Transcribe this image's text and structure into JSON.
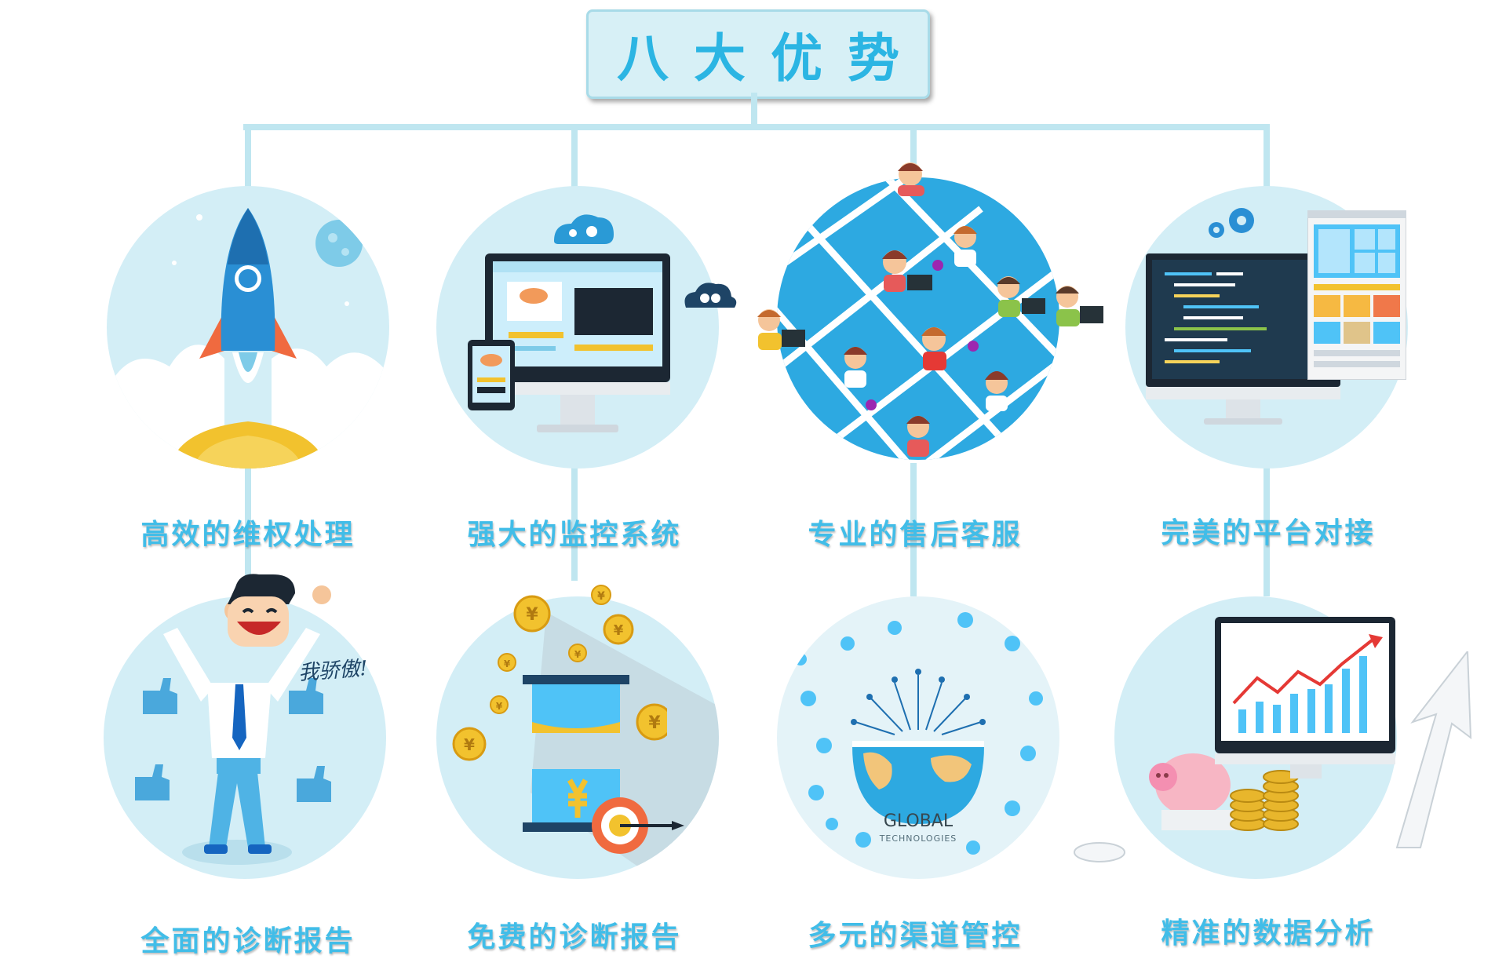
{
  "title": "八大优势",
  "features_top": [
    {
      "label": "高效的维权处理",
      "icon": "rocket-icon"
    },
    {
      "label": "强大的监控系统",
      "icon": "monitor-icon"
    },
    {
      "label": "专业的售后客服",
      "icon": "customer-service-icon"
    },
    {
      "label": "完美的平台对接",
      "icon": "platform-icon"
    }
  ],
  "features_bottom": [
    {
      "label": "全面的诊断报告",
      "icon": "proud-man-icon"
    },
    {
      "label": "免费的诊断报告",
      "icon": "hourglass-coins-icon"
    },
    {
      "label": "多元的渠道管控",
      "icon": "globe-network-icon"
    },
    {
      "label": "精准的数据分析",
      "icon": "data-chart-icon"
    }
  ],
  "proud_text": "我骄傲!",
  "globe_text": "GLOBAL",
  "globe_subtext": "TECHNOLOGIES",
  "colors": {
    "accent": "#41bde8",
    "circle": "#d3eef6",
    "connector": "#bfe6f0"
  }
}
